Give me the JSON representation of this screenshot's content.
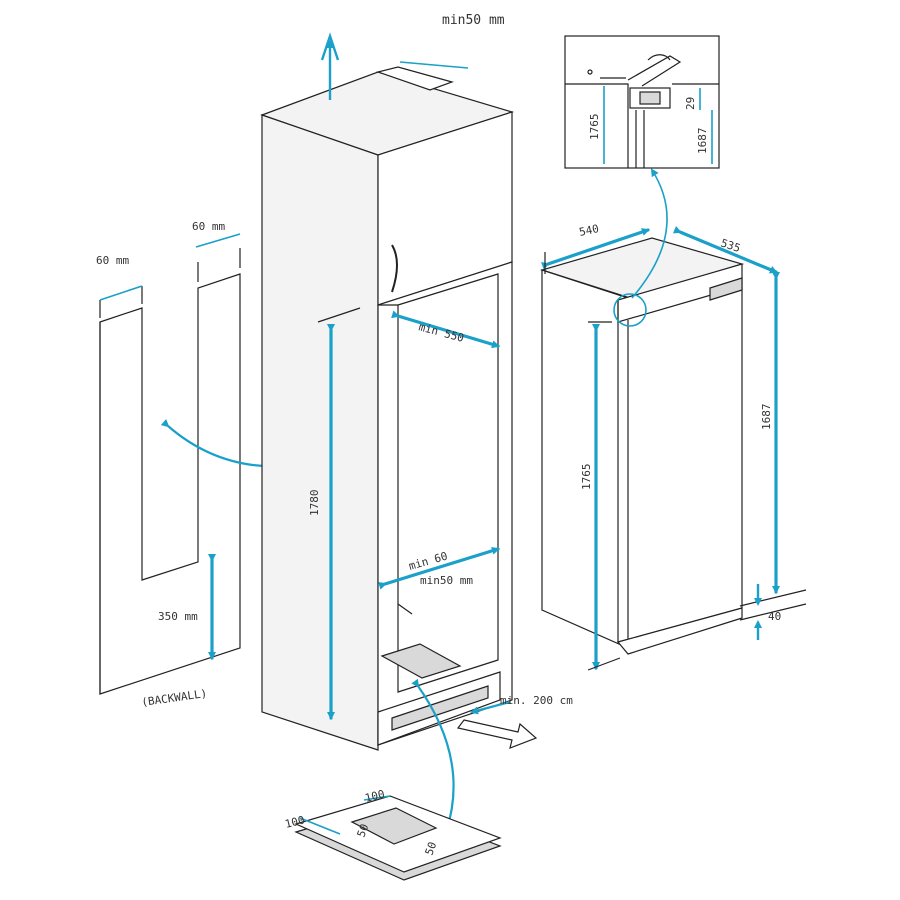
{
  "colors": {
    "dimension": "#1aa0c9",
    "outline": "#222222",
    "background": "#ffffff"
  },
  "labels": {
    "vent_top": "min50 mm",
    "backwall_slot_left": "60 mm",
    "backwall_slot_right": "60 mm",
    "backwall_bottom": "350 mm",
    "backwall_title": "(BACKWALL)",
    "niche_width": "min 550",
    "niche_height": "1780",
    "niche_depth": "min 60",
    "niche_gap": "min50 mm",
    "vent_bottom": "min. 200 cm",
    "fridge_width": "540",
    "fridge_depth": "535",
    "fridge_height": "1765",
    "door_height": "1687",
    "plinth": "40",
    "detail_height": "1765",
    "detail_door": "1687",
    "detail_gap": "29",
    "vent_plate_top": "100",
    "vent_plate_left": "100",
    "vent_plate_inner": "50",
    "vent_plate_inner2": "50"
  }
}
